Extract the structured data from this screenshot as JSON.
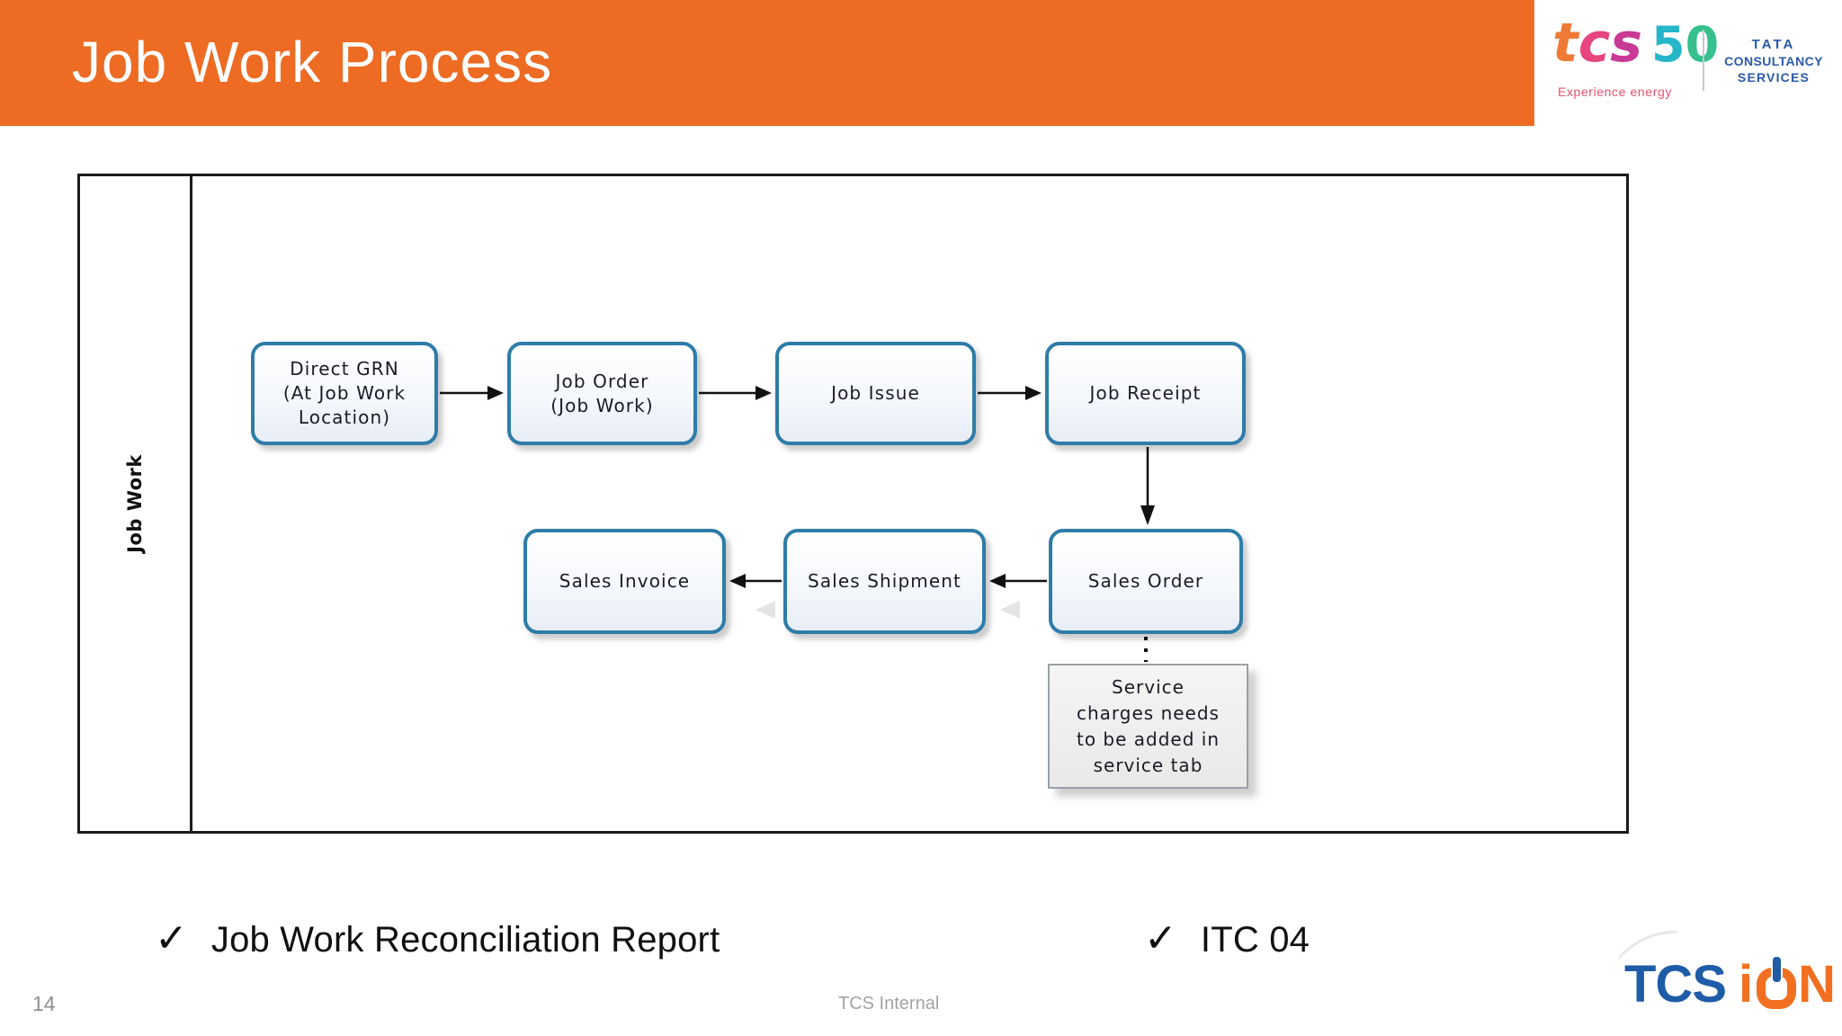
{
  "header": {
    "title": "Job Work Process"
  },
  "brand": {
    "tcs50": {
      "letters": [
        "t",
        "c",
        "s"
      ],
      "digits": [
        "5",
        "0"
      ],
      "tagline": "Experience energy"
    },
    "tata": {
      "lines": [
        "TATA",
        "CONSULTANCY",
        "SERVICES"
      ]
    },
    "tcs_ion": {
      "tcs": "TCS",
      "i": "i",
      "n": "N"
    }
  },
  "diagram": {
    "lane_label": "Job Work",
    "boxes": [
      {
        "id": "direct-grn",
        "lines": [
          "Direct GRN",
          "(At Job Work",
          "Location)"
        ]
      },
      {
        "id": "job-order",
        "lines": [
          "Job Order",
          "(Job Work)"
        ]
      },
      {
        "id": "job-issue",
        "lines": [
          "Job Issue"
        ]
      },
      {
        "id": "job-receipt",
        "lines": [
          "Job Receipt"
        ]
      },
      {
        "id": "sales-invoice",
        "lines": [
          "Sales Invoice"
        ]
      },
      {
        "id": "sales-shipment",
        "lines": [
          "Sales Shipment"
        ]
      },
      {
        "id": "sales-order",
        "lines": [
          "Sales Order"
        ]
      }
    ],
    "note": {
      "lines": [
        "Service",
        "charges needs",
        "to be added in",
        "service tab"
      ]
    }
  },
  "checklist": [
    {
      "mark": "✓",
      "label": "Job Work Reconciliation Report"
    },
    {
      "mark": "✓",
      "label": "ITC 04"
    }
  ],
  "footer": {
    "page_number": "14",
    "classification": "TCS Internal"
  },
  "colors": {
    "header_orange": "#ED6B23",
    "box_border_blue": "#2E7CA8",
    "box_fill": "#F3F7FB",
    "note_fill": "#EFEFEF",
    "note_border": "#9AA0A6",
    "tcs_blue": "#1E5CA8",
    "ion_orange": "#F26F21",
    "tata_blue": "#2B5AA9",
    "tagline_pink": "#E9506E",
    "text_dark": "#1B1B26",
    "footer_gray": "#9B9B9B"
  }
}
